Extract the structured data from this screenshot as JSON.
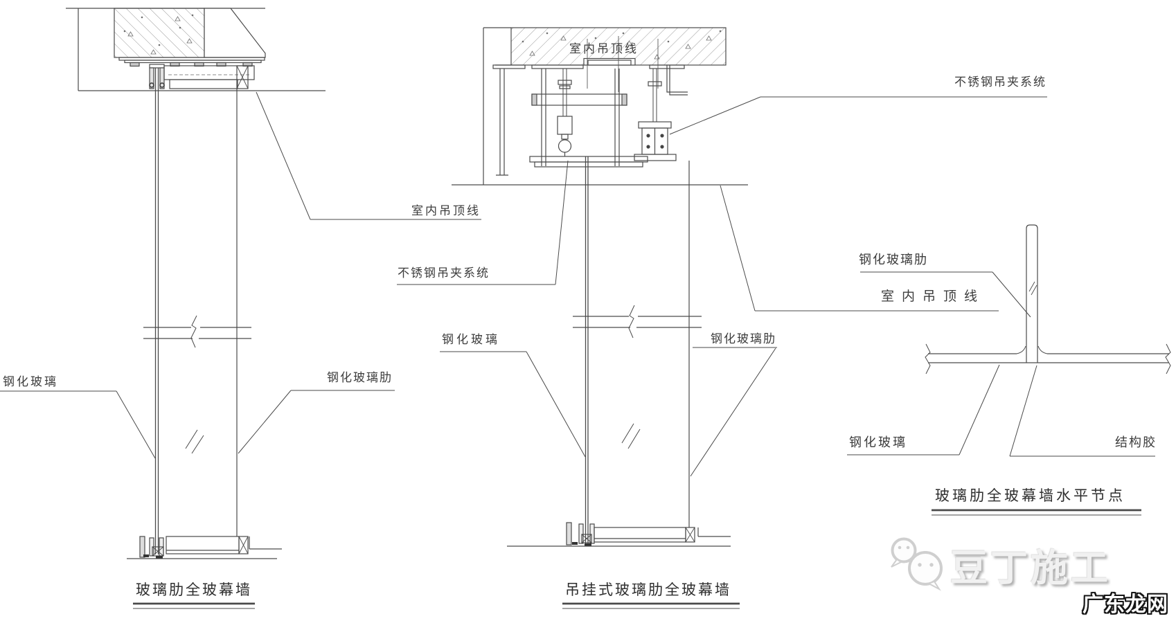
{
  "canvas": {
    "background": "#ffffff",
    "line_color": "#4a4a4a",
    "text_color": "#3c3c3c"
  },
  "left_drawing": {
    "title": "玻璃肋全玻幕墙",
    "labels": {
      "ceiling_line": "室内吊顶线",
      "tempered_glass": "钢化玻璃",
      "glass_rib": "钢化玻璃肋"
    }
  },
  "middle_drawing": {
    "title": "吊挂式玻璃肋全玻幕墙",
    "slab_note": "室内吊顶线",
    "labels": {
      "clamp_system": "不锈钢吊夹系统",
      "clamp_system_right": "不锈钢吊夹系统",
      "tempered_glass": "钢化玻璃",
      "glass_rib": "钢化玻璃肋",
      "ceiling_line_right": "室内吊顶线"
    }
  },
  "right_drawing": {
    "title": "玻璃肋全玻幕墙水平节点",
    "labels": {
      "glass_rib": "钢化玻璃肋",
      "tempered_glass": "钢化玻璃",
      "structural_sealant": "结构胶"
    }
  },
  "watermark": {
    "brand": "豆丁施工",
    "site": "广东龙网",
    "icon": "wechat-icon"
  }
}
